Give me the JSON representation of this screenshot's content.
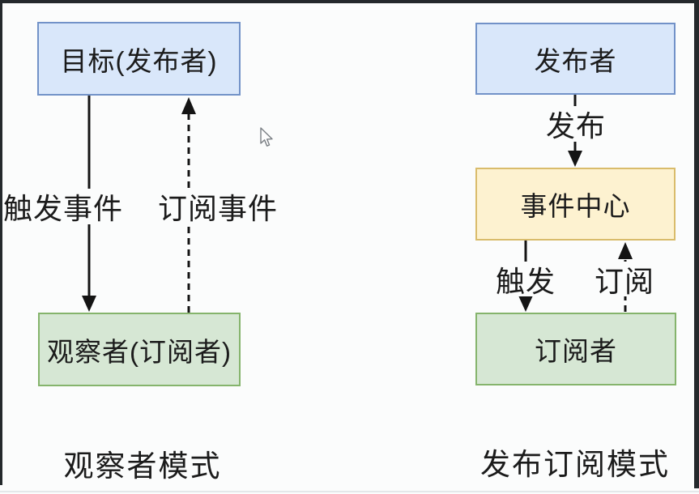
{
  "colors": {
    "canvas": "#fbfcfc",
    "frame": "#24292c",
    "text": "#1b1b1b",
    "line": "#141414",
    "node-blue-fill": "#d9e7fa",
    "node-blue-border": "#7292c8",
    "node-yellow-fill": "#fdf2d0",
    "node-yellow-border": "#d9bc6b",
    "node-green-fill": "#d6e7d4",
    "node-green-border": "#85b46c"
  },
  "observer_diagram": {
    "caption": "观察者模式",
    "nodes": {
      "target": {
        "label": "目标(发布者)"
      },
      "observer": {
        "label": "观察者(订阅者)"
      }
    },
    "edges": {
      "trigger": {
        "label": "触发事件"
      },
      "subscribe": {
        "label": "订阅事件"
      }
    }
  },
  "pubsub_diagram": {
    "caption": "发布订阅模式",
    "nodes": {
      "publisher": {
        "label": "发布者"
      },
      "event_center": {
        "label": "事件中心"
      },
      "subscriber": {
        "label": "订阅者"
      }
    },
    "edges": {
      "publish": {
        "label": "发布"
      },
      "trigger": {
        "label": "触发"
      },
      "subscribe": {
        "label": "订阅"
      }
    }
  }
}
